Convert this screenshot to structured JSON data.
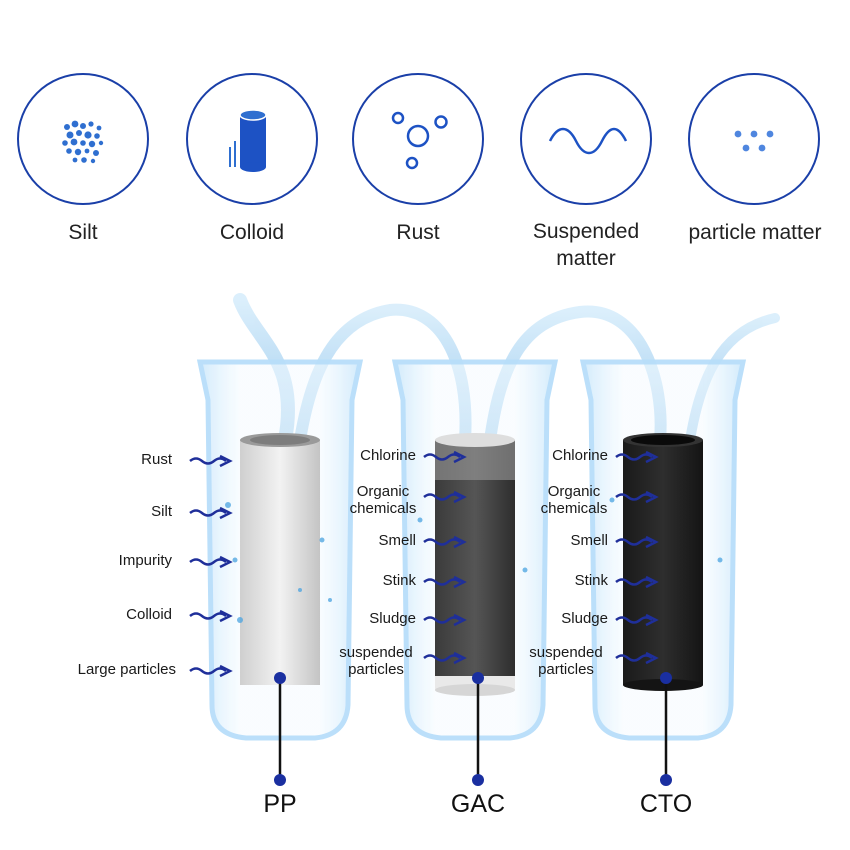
{
  "contaminants": [
    {
      "icon": "silt-dots-icon",
      "label": "Silt"
    },
    {
      "icon": "colloid-cylinder-icon",
      "label": "Colloid"
    },
    {
      "icon": "rust-bubbles-icon",
      "label": "Rust"
    },
    {
      "icon": "wave-icon",
      "label": "Suspended matter"
    },
    {
      "icon": "particle-dots-icon",
      "label": "particle matter"
    }
  ],
  "filters": [
    {
      "name": "PP",
      "labels": [
        "Rust",
        "Silt",
        "Impurity",
        "Colloid",
        "Large particles"
      ]
    },
    {
      "name": "GAC",
      "labels": [
        "Chlorine",
        "Organic chemicals",
        "Smell",
        "Stink",
        "Sludge",
        "suspended particles"
      ]
    },
    {
      "name": "CTO",
      "labels": [
        "Chlorine",
        "Organic chemicals",
        "Smell",
        "Stink",
        "Sludge",
        "suspended particles"
      ]
    }
  ],
  "colors": {
    "accent": "#1a3fa8",
    "arrow": "#1f2f9a",
    "glass": "#a9d6f5"
  }
}
